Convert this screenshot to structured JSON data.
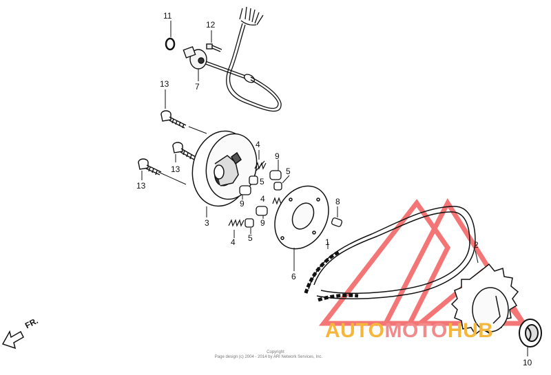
{
  "labels": {
    "p1": "1",
    "p2": "2",
    "p3": "3",
    "p4a": "4",
    "p4b": "4",
    "p4c": "4",
    "p5a": "5",
    "p5b": "5",
    "p5c": "5",
    "p6": "6",
    "p7": "7",
    "p8": "8",
    "p9a": "9",
    "p9b": "9",
    "p9c": "9",
    "p10": "10",
    "p11": "11",
    "p12": "12",
    "p13a": "13",
    "p13b": "13",
    "p13c": "13"
  },
  "direction": "FR.",
  "watermark": {
    "part1": "AUTO",
    "part2": "MOTO",
    "part3": "HUB",
    "colors": {
      "text": "#f5b63a",
      "motif": "#f04848"
    }
  },
  "copyright": {
    "line1": "Copyright",
    "line2": "Page design (c) 2004 - 2014 by ARI Network Services, Inc."
  }
}
